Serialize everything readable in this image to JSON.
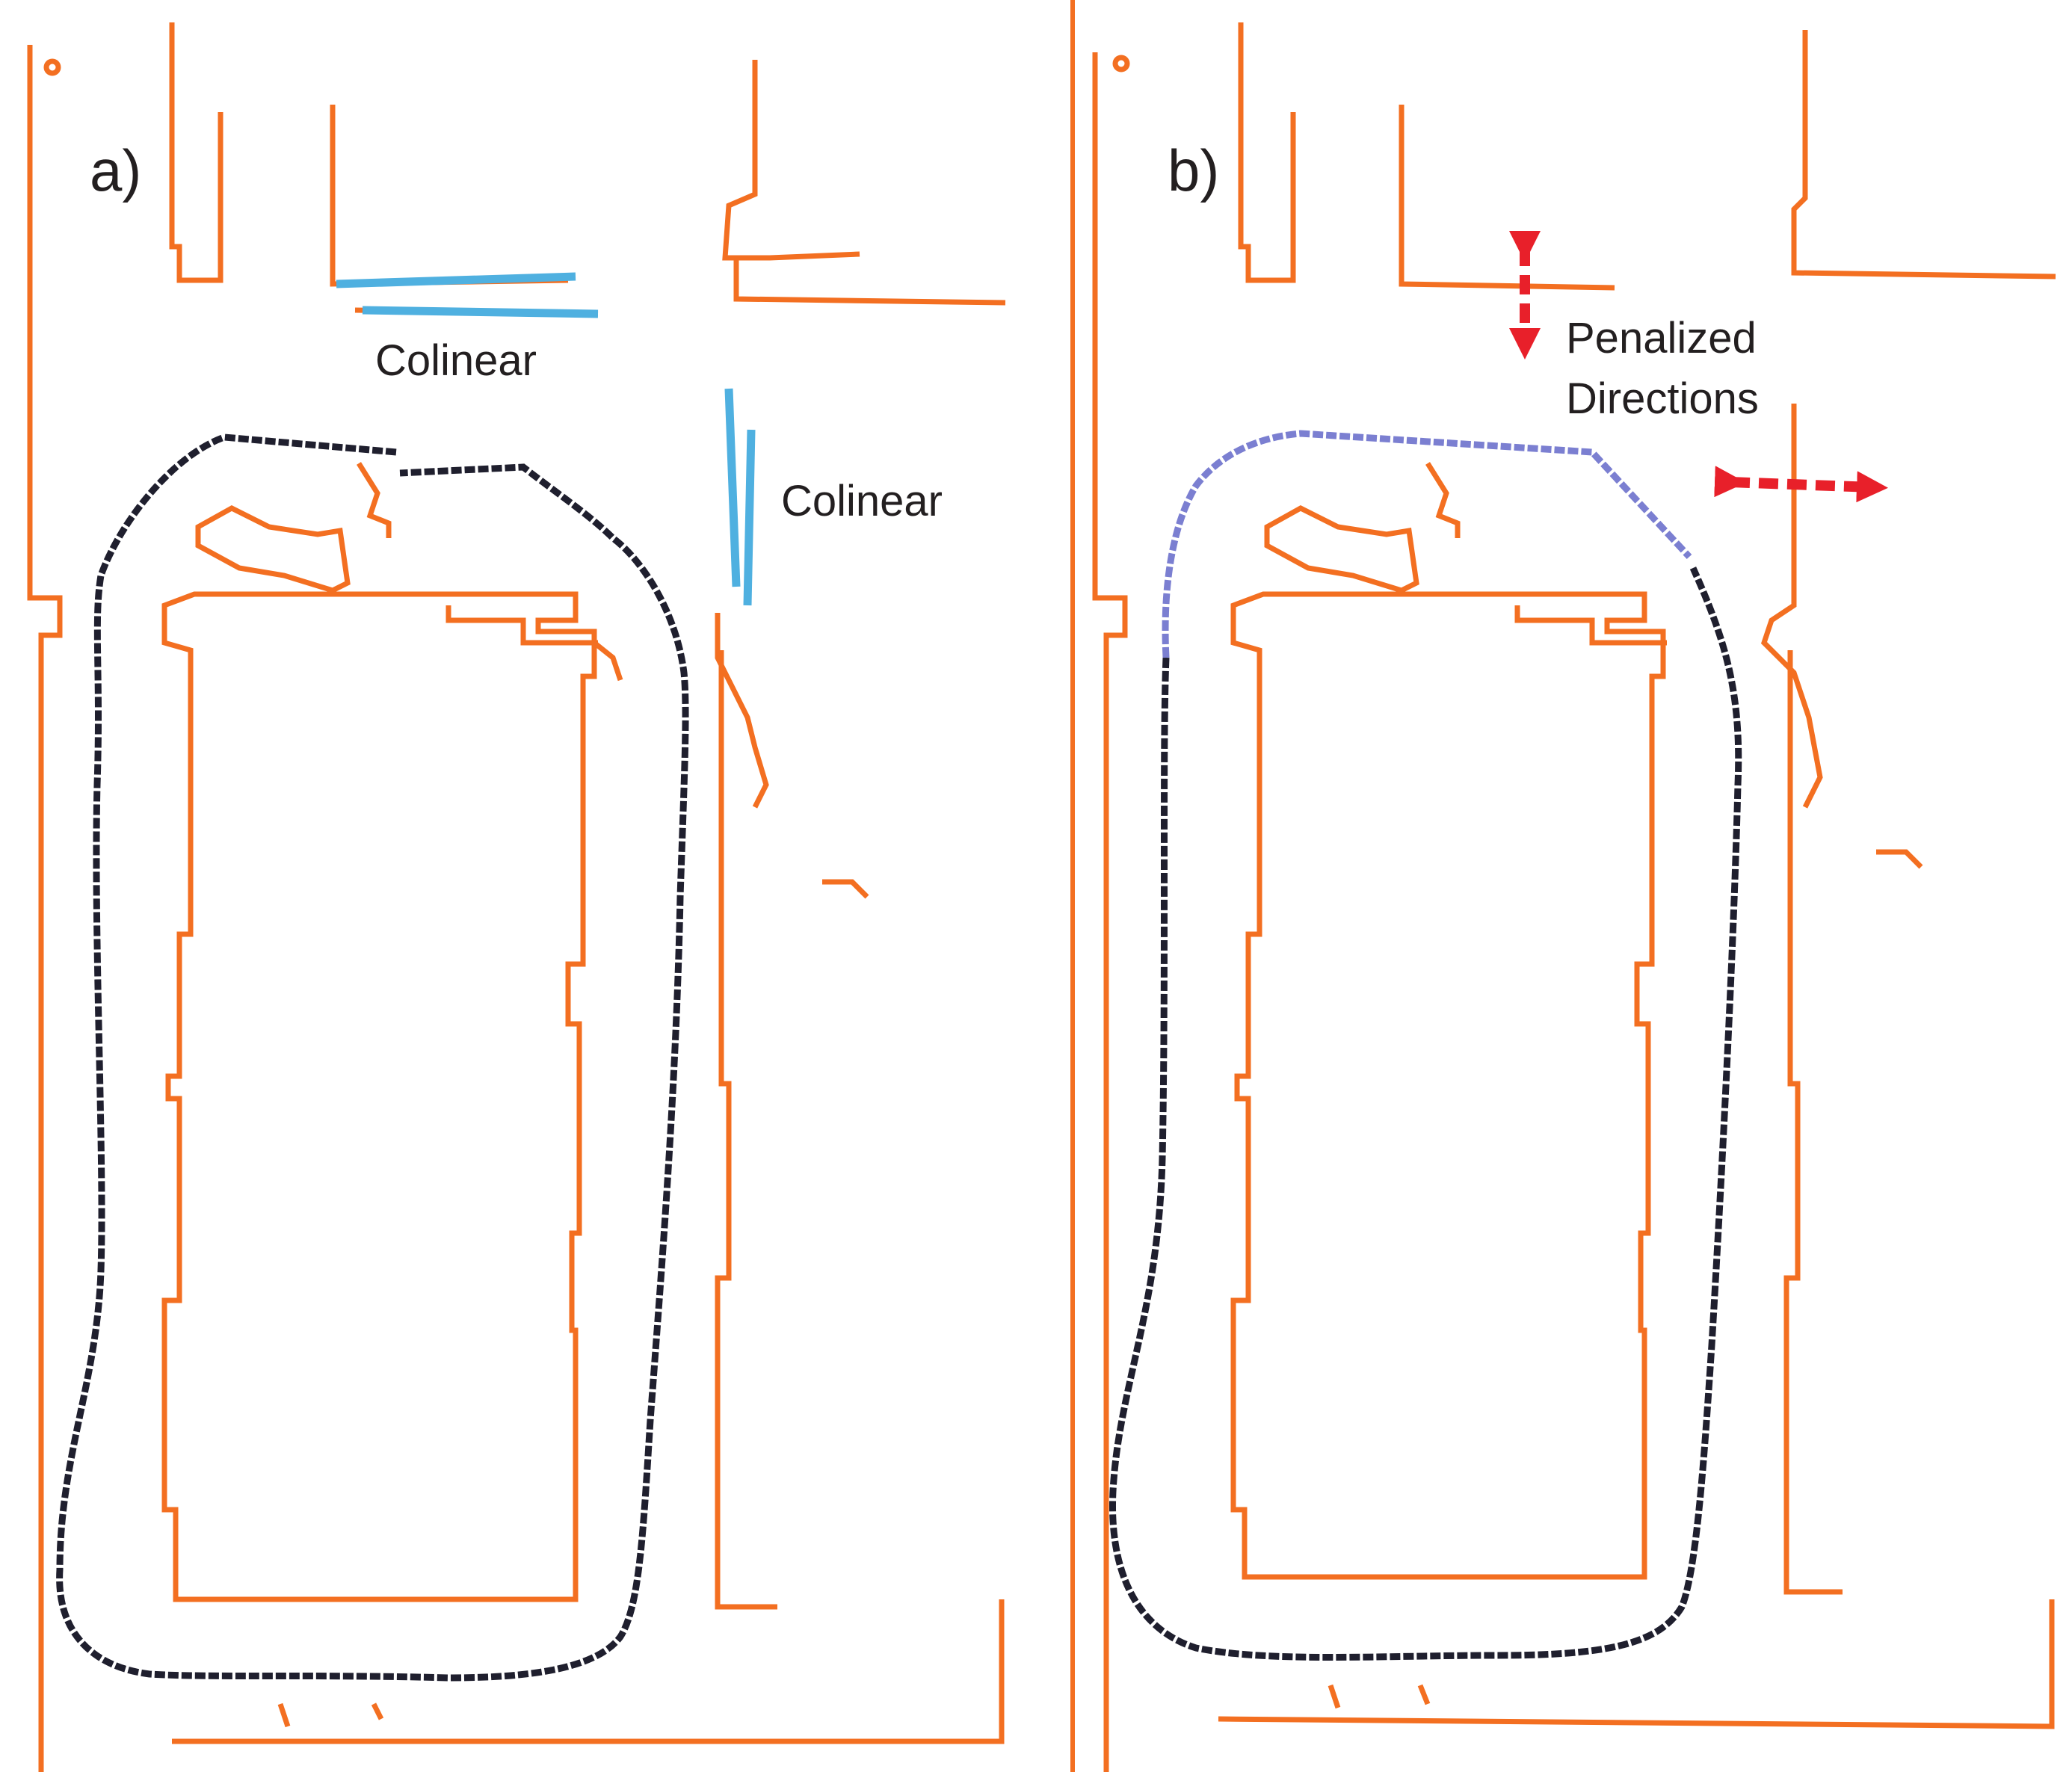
{
  "panels": {
    "a": {
      "label": "a)"
    },
    "b": {
      "label": "b)"
    }
  },
  "annotations": {
    "colinear_horizontal": "Colinear",
    "colinear_vertical": "Colinear",
    "penalized_line1": "Penalized",
    "penalized_line2": "Directions"
  },
  "colors": {
    "map_walls": "#f36f21",
    "colinear_lines": "#4fb0e0",
    "trajectory": "#1f1f2e",
    "trajectory_highlight": "#7b7fd1",
    "arrows": "#e8202a",
    "text": "#231f20"
  }
}
